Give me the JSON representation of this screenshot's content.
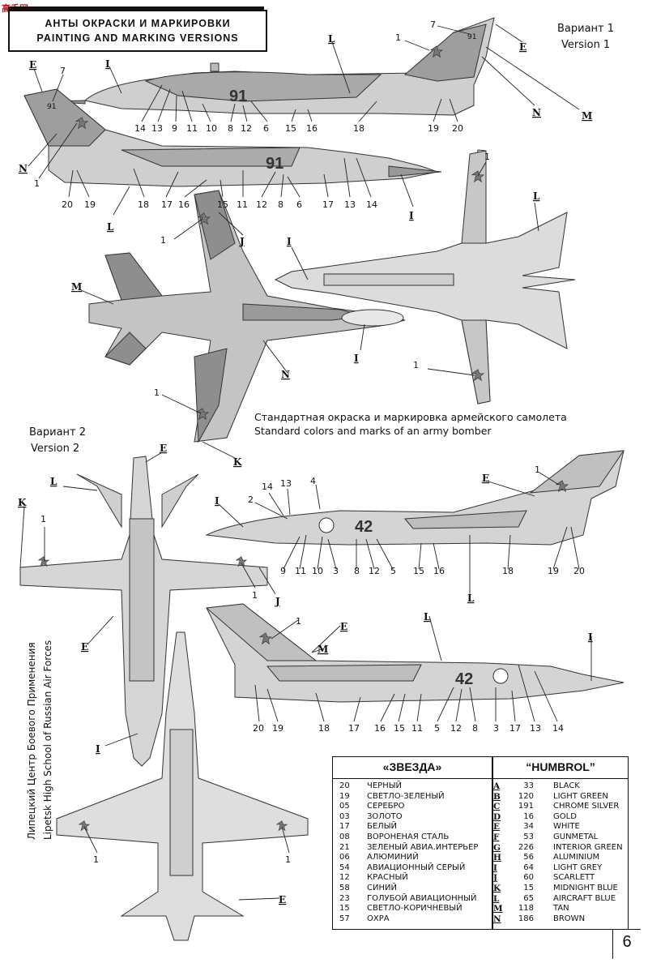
{
  "watermark": "高手网",
  "header": {
    "title_ru": "АНТЫ ОКРАСКИ И МАРКИРОВКИ",
    "title_en": "PAINTING AND MARKING VERSIONS"
  },
  "variant1": {
    "ru": "Вариант 1",
    "en": "Version 1"
  },
  "variant2": {
    "ru": "Вариант 2",
    "en": "Version 2"
  },
  "caption": {
    "ru": "Стандартная окраска и маркировка армейского самолета",
    "en": "Standard colors and marks of an army bomber"
  },
  "side_text": {
    "ru": "Липецкий Центр Боевого Применения",
    "en": "Lipetsk High School of Russian Air Forces"
  },
  "tail_numbers": {
    "v1": "91",
    "v2": "42"
  },
  "table": {
    "head_left": "«ЗВЕЗДА»",
    "head_right": "“HUMBROL”",
    "rows": [
      {
        "z": "20",
        "ru": "ЧЕРНЫЙ",
        "code": "A",
        "h": "33",
        "en": "BLACK"
      },
      {
        "z": "19",
        "ru": "СВЕТЛО-ЗЕЛЕНЫЙ",
        "code": "B",
        "h": "120",
        "en": "LIGHT GREEN"
      },
      {
        "z": "05",
        "ru": "СЕРЕБРО",
        "code": "C",
        "h": "191",
        "en": "CHROME SILVER"
      },
      {
        "z": "03",
        "ru": "ЗОЛОТО",
        "code": "D",
        "h": "16",
        "en": "GOLD"
      },
      {
        "z": "17",
        "ru": "БЕЛЫЙ",
        "code": "E",
        "h": "34",
        "en": "WHITE"
      },
      {
        "z": "08",
        "ru": "ВОРОНЕНАЯ СТАЛЬ",
        "code": "F",
        "h": "53",
        "en": "GUNMETAL"
      },
      {
        "z": "21",
        "ru": "ЗЕЛЕНЫЙ АВИА.ИНТЕРЬЕР",
        "code": "G",
        "h": "226",
        "en": "INTERIOR GREEN"
      },
      {
        "z": "06",
        "ru": "АЛЮМИНИЙ",
        "code": "H",
        "h": "56",
        "en": "ALUMINIUM"
      },
      {
        "z": "54",
        "ru": "АВИАЦИОННЫЙ СЕРЫЙ",
        "code": "I",
        "h": "64",
        "en": "LIGHT GREY"
      },
      {
        "z": "12",
        "ru": "КРАСНЫЙ",
        "code": "J",
        "h": "60",
        "en": "SCARLETT"
      },
      {
        "z": "58",
        "ru": "СИНИЙ",
        "code": "K",
        "h": "15",
        "en": "MIDNIGHT BLUE"
      },
      {
        "z": "23",
        "ru": "ГОЛУБОЙ АВИАЦИОННЫЙ",
        "code": "L",
        "h": "65",
        "en": "AIRCRAFT BLUE"
      },
      {
        "z": "15",
        "ru": "СВЕТЛО-КОРИЧНЕВЫЙ",
        "code": "M",
        "h": "118",
        "en": "TAN"
      },
      {
        "z": "57",
        "ru": "ОХРА",
        "code": "N",
        "h": "186",
        "en": "BROWN"
      }
    ]
  },
  "page_number": "6",
  "callouts": {
    "c1": "1",
    "c2": "2",
    "c3": "3",
    "c4": "4",
    "c5": "5",
    "c6": "6",
    "c7": "7",
    "c8": "8",
    "c9": "9",
    "c10": "10",
    "c11": "11",
    "c12": "12",
    "c13": "13",
    "c14": "14",
    "c15": "15",
    "c16": "16",
    "c17": "17",
    "c18": "18",
    "c19": "19",
    "c20": "20",
    "E": "E",
    "I": "I",
    "J": "J",
    "K": "K",
    "L": "L",
    "M": "M",
    "N": "N"
  },
  "colors": {
    "light_grey": "#d9d9d9",
    "mid_grey": "#b8b8b8",
    "dark_grey": "#8e8e8e",
    "line": "#333333"
  }
}
